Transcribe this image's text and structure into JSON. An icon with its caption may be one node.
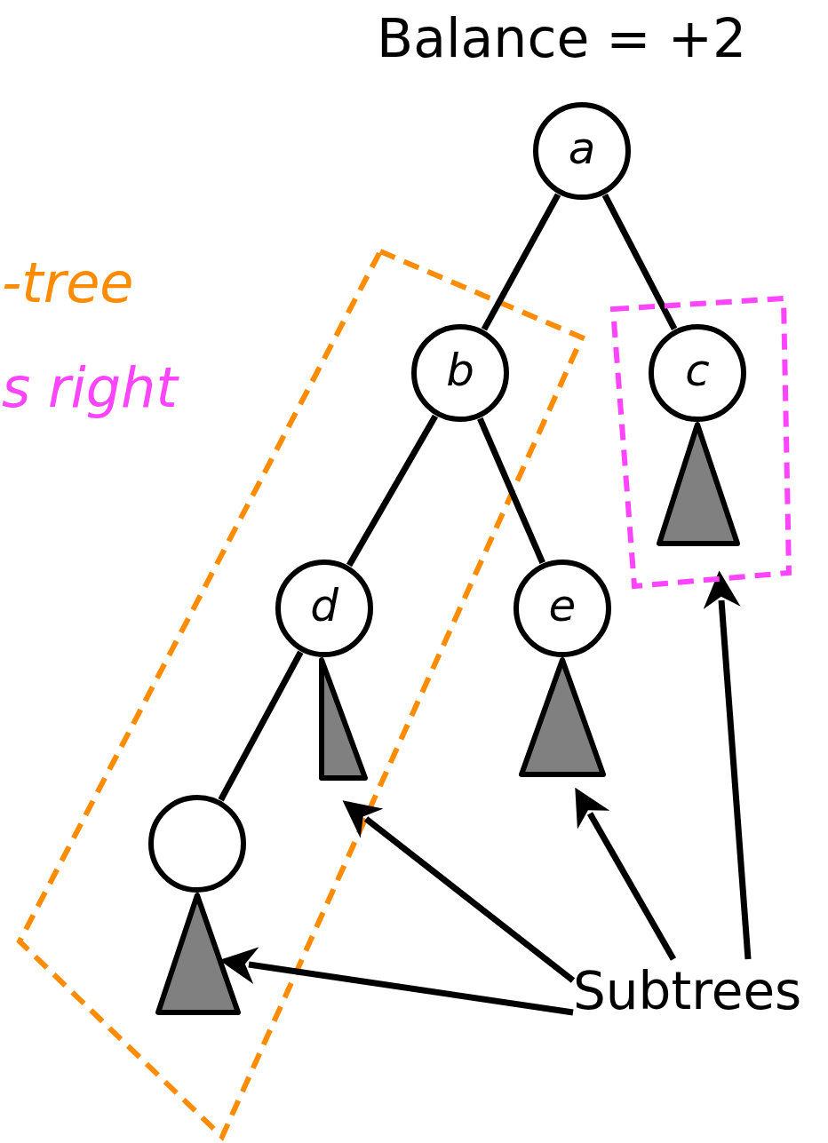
{
  "diagram": {
    "title": "Balance = +2",
    "nodes": [
      {
        "text": [
          "a"
        ]
      },
      {
        "text": [
          "b"
        ]
      },
      {
        "text": [],
        "shape": "box"
      },
      {
        "text": [
          "c"
        ],
        "in": 2
      },
      {
        "text": [],
        "shape": "triangle",
        "in": 2
      },
      {
        "text": [
          "d"
        ]
      },
      {
        "text": [],
        "shape": "triangle"
      },
      {
        "text": [
          "e"
        ]
      },
      {
        "text": [],
        "shape": "triangle"
      },
      {
        "text": [],
        "shape": "circle"
      },
      {
        "text": [],
        "shape": "triangle"
      },
      {
        "text": [
          "Subtrees"
        ]
      }
    ],
    "edges": [
      {
        "from": 0,
        "to": 1,
        "arrow": "none"
      },
      {
        "from": 0,
        "to": 3,
        "arrow": "none"
      },
      {
        "from": 1,
        "to": 5,
        "arrow": "none"
      },
      {
        "from": 1,
        "to": 7,
        "arrow": "none"
      },
      {
        "from": 5,
        "to": 9,
        "arrow": "none"
      },
      {
        "from": 11,
        "to": 10,
        "arrow": "to"
      },
      {
        "from": 11,
        "to": 6,
        "arrow": "to"
      },
      {
        "from": 11,
        "to": 8,
        "arrow": "to"
      },
      {
        "from": 11,
        "to": 2,
        "arrow": "to"
      }
    ],
    "labels": [
      "-tree",
      "s right"
    ]
  }
}
